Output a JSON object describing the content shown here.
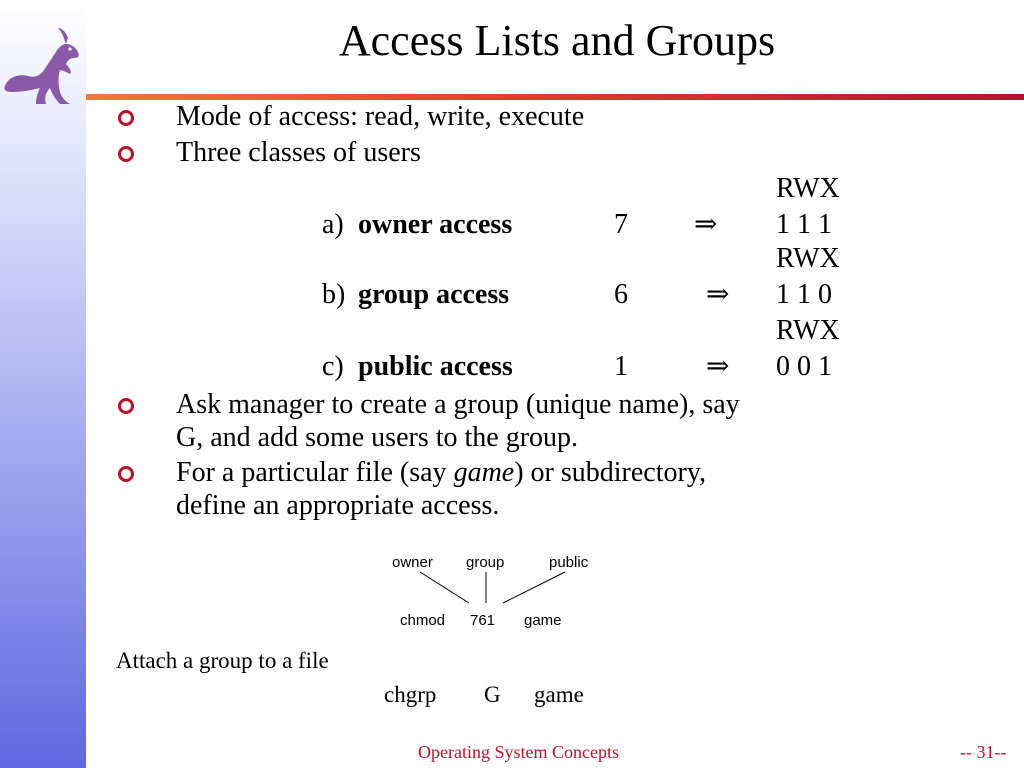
{
  "slide": {
    "title": "Access Lists and Groups",
    "bullets": [
      "Mode of access:  read, write, execute",
      "Three classes of users"
    ],
    "permission_table": {
      "rows": [
        {
          "letter": "a)",
          "name": "owner access",
          "digit": "7",
          "header": "RWX",
          "bits": "1 1 1"
        },
        {
          "letter": "b)",
          "name": "group access",
          "digit": "6",
          "header": "RWX",
          "bits": "1 1 0"
        },
        {
          "letter": "c)",
          "name": "public access",
          "digit": "1",
          "header": "RWX",
          "bits": "0 0 1"
        }
      ],
      "arrow": "⇒"
    },
    "bullet3": {
      "line1": "Ask manager to create a group (unique name), say",
      "line2": "G, and add some users to the group."
    },
    "bullet4": {
      "line1_before": "For a particular file (say ",
      "line1_italic": "game",
      "line1_after": ") or subdirectory,",
      "line2": "define an appropriate access."
    },
    "diagram": {
      "labels": [
        "owner",
        "group",
        "public"
      ],
      "command": [
        "chmod",
        "761",
        "game"
      ]
    },
    "attach_text": "Attach a group to a file",
    "chgrp_command": [
      "chgrp",
      "G",
      "game"
    ]
  },
  "footer": {
    "center": "Operating System Concepts",
    "page": "-- 31--"
  }
}
